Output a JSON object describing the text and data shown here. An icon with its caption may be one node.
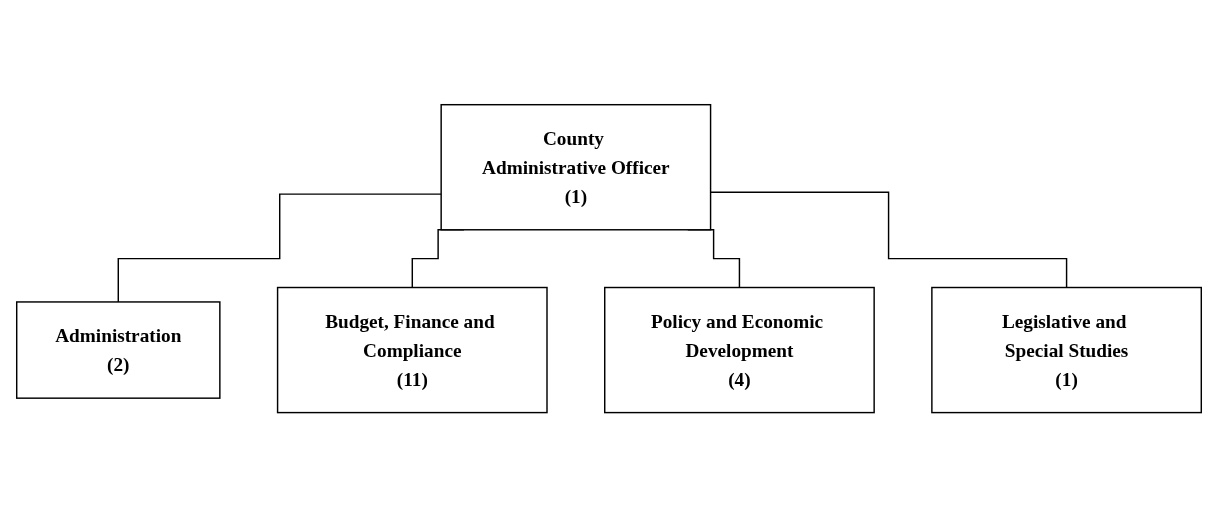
{
  "diagram": {
    "nodes": [
      {
        "text": [
          "County Administrative Officer",
          "(1)"
        ]
      },
      {
        "text": [
          "Administration",
          "(2)"
        ]
      },
      {
        "text": [
          "Budget, Finance and Compliance",
          "(11)"
        ]
      },
      {
        "text": [
          "Policy and Economic Development",
          "(4)"
        ]
      },
      {
        "text": [
          "Legislative and Special Studies",
          "(1)"
        ]
      }
    ],
    "edges": [
      {
        "from": 0,
        "to": 1,
        "arrow": "none"
      },
      {
        "from": 0,
        "to": 2,
        "arrow": "none"
      },
      {
        "from": 0,
        "to": 3,
        "arrow": "none"
      },
      {
        "from": 0,
        "to": 4,
        "arrow": "none"
      }
    ]
  }
}
